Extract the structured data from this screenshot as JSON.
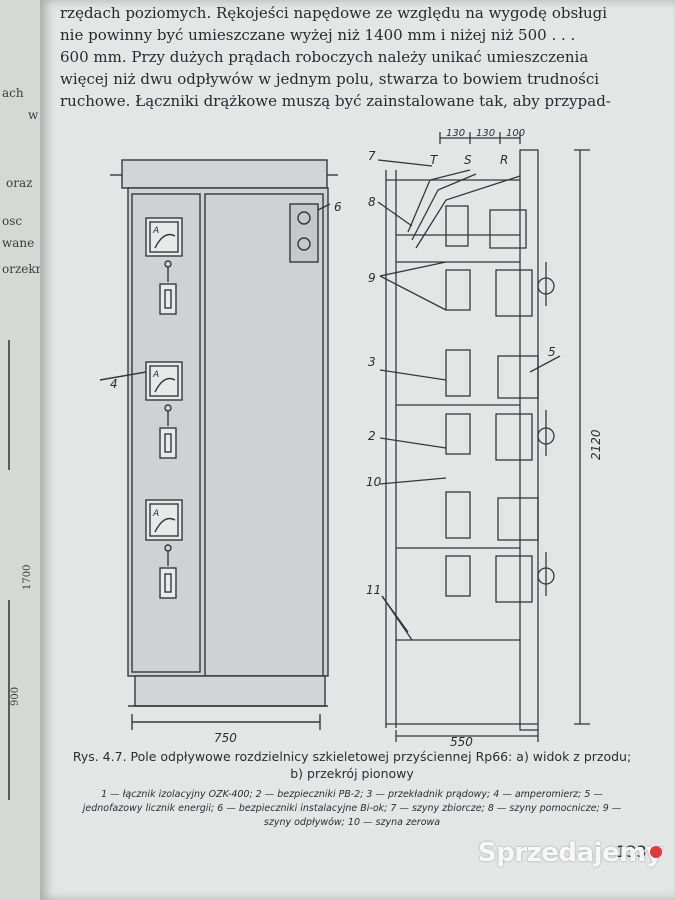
{
  "body_text": {
    "lines": [
      "rzędach poziomych. Rękojeści napędowe ze względu na wygodę obsługi",
      "nie powinny być umieszczane wyżej niż 1400 mm i niżej niż 500 . . .",
      "600 mm. Przy dużych prądach roboczych należy unikać umieszczenia",
      "więcej niż dwu odpływów w jednym polu, stwarza to bowiem trudności",
      "ruchowe. Łączniki drążkowe muszą być zainstalowane tak, aby przypad-"
    ]
  },
  "left_margin": {
    "words": [
      "ach",
      "w",
      "oraz",
      "osc",
      "wane",
      "orzekra"
    ],
    "dimensions": [
      "1700",
      "900"
    ]
  },
  "figure": {
    "front_view": {
      "labels": {
        "ammeter": "4",
        "fuse": "6",
        "ammeter_dial": "A"
      },
      "width_dimension": "750"
    },
    "section_view": {
      "phase_labels": [
        "T",
        "S",
        "R"
      ],
      "top_dimensions": [
        "130",
        "130",
        "100"
      ],
      "height_dimension": "2120",
      "depth_dimension": "550",
      "callouts": [
        "7",
        "8",
        "9",
        "3",
        "2",
        "10",
        "11",
        "5"
      ]
    }
  },
  "caption": {
    "title": "Rys. 4.7. Pole odpływowe rozdzielnicy szkieletowej przyściennej Rp66: a) widok z przodu; b) przekrój pionowy",
    "legend": "1 — łącznik izolacyjny OZK-400; 2 — bezpieczniki PB-2; 3 — przekładnik prądowy; 4 — amperomierz; 5 — jednofazowy licznik energii; 6 — bezpieczniki instalacyjne Bi-ok; 7 — szyny zbiorcze; 8 — szyny pomocnicze; 9 — szyny odpływów; 10 — szyna zerowa"
  },
  "page_number": "133",
  "watermark": "Sprzedajemy"
}
